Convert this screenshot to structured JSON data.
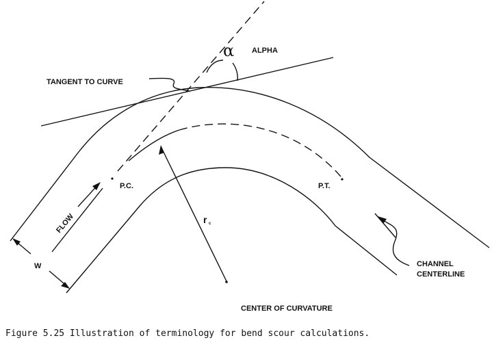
{
  "labels": {
    "alpha": "ALPHA",
    "alpha_symbol": "α",
    "tangent": "TANGENT TO CURVE",
    "pc": "P.C.",
    "pt": "P.T.",
    "flow": "FLOW",
    "rc": "r",
    "rc_sub": "c",
    "w": "W",
    "channel": "CHANNEL",
    "centerline": "CENTERLINE",
    "center": "CENTER OF CURVATURE"
  },
  "caption": "Figure 5.25  Illustration of terminology for bend scour calculations."
}
